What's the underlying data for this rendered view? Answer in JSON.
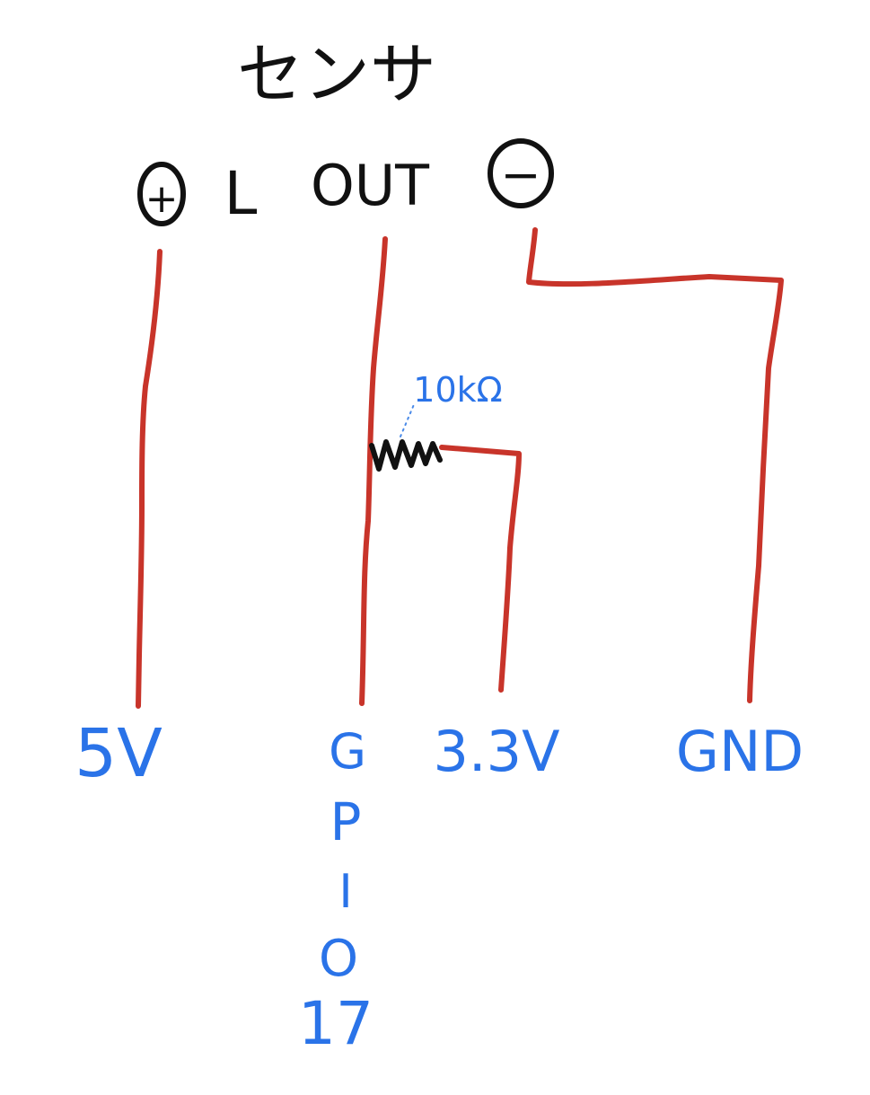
{
  "title": "センサ",
  "pins": {
    "plus": "+",
    "l": "L",
    "out": "OUT",
    "minus": "−"
  },
  "resistor": {
    "label": "10kΩ"
  },
  "labels": {
    "v5": "5V",
    "gpio": [
      "G",
      "P",
      "I",
      "O",
      "17"
    ],
    "v33": "3.3V",
    "gnd": "GND"
  },
  "colors": {
    "wire": "#c8342a",
    "ink": "#111111",
    "label": "#2a73e8"
  }
}
